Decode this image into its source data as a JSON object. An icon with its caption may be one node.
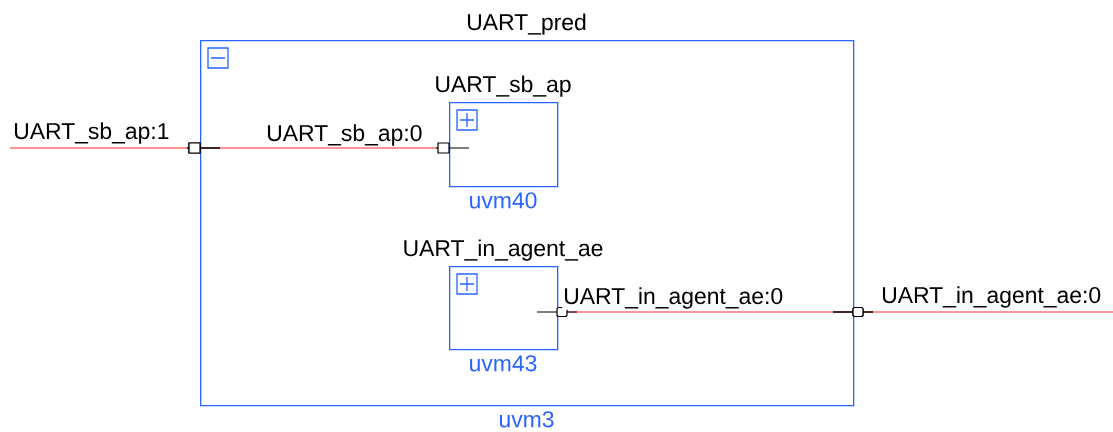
{
  "diagram": {
    "nodes": [
      {
        "text": [
          "UART_pred"
        ],
        "beside": [
          "uvm3"
        ]
      },
      {
        "text": [
          "UART_sb_ap"
        ],
        "beside": [
          "uvm40"
        ],
        "in": 0
      },
      {
        "text": [
          "UART_in_agent_ae"
        ],
        "beside": [
          "uvm43"
        ],
        "in": 0
      }
    ],
    "edges": [
      {
        "from": null,
        "to": 0,
        "arrow": "none",
        "label": "UART_sb_ap:1",
        "color": "#ff2a2a"
      },
      {
        "from": 0,
        "to": 1,
        "arrow": "none",
        "label": "UART_sb_ap:0",
        "color": "#ff2a2a"
      },
      {
        "from": 2,
        "to": 0,
        "arrow": "none",
        "label": "UART_in_agent_ae:0",
        "color": "#ff2a2a"
      },
      {
        "from": 0,
        "to": null,
        "arrow": "none",
        "label": "UART_in_agent_ae:0",
        "color": "#ff2a2a"
      }
    ]
  }
}
